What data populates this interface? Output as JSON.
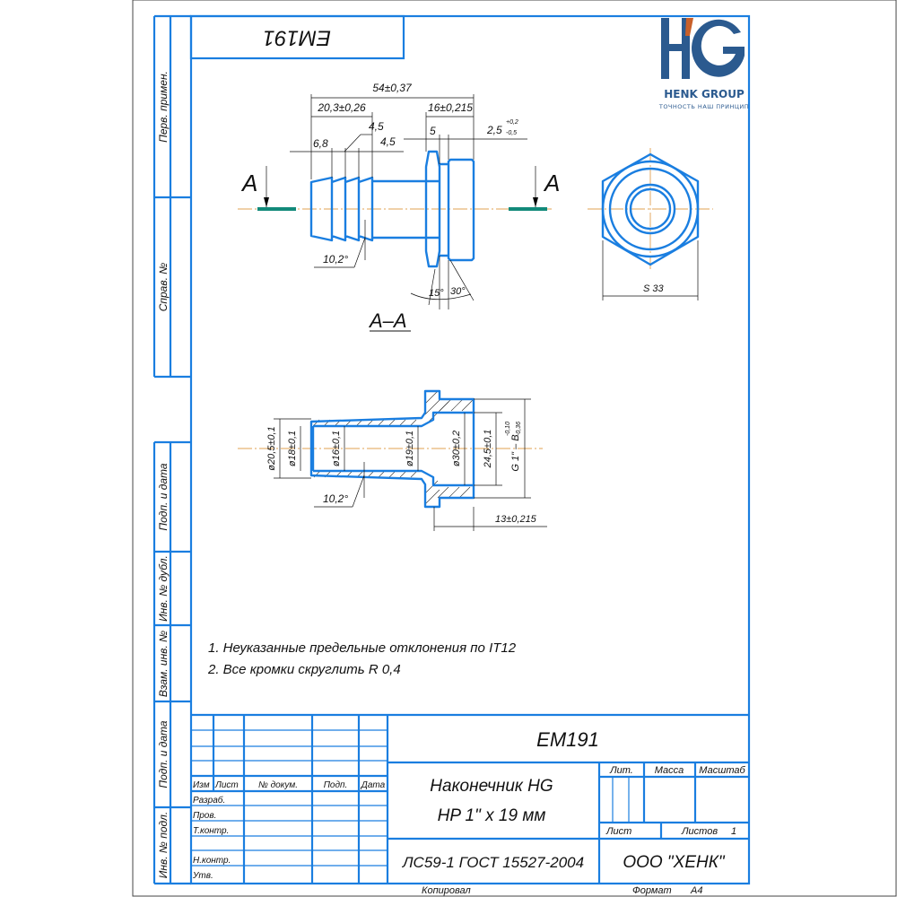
{
  "stamp_rotated": "EM191",
  "logo": {
    "mark": "HG",
    "name": "HENK GROUP",
    "tagline": "ТОЧНОСТЬ НАШ ПРИНЦИП",
    "blue": "#2b5a8f",
    "orange": "#c8602a"
  },
  "side_labels": [
    "Перв. примен.",
    "Справ. №",
    "Подп. и дата",
    "Инв. № дубл.",
    "Взам. инв. №",
    "Подп. и дата",
    "Инв. № подл."
  ],
  "cut_marks": {
    "left": "А",
    "right": "А"
  },
  "section_label": "А–А",
  "top_view_dims": {
    "overall": "54±0,37",
    "barb_length": "20,3±0,26",
    "nut_length": "16±0,215",
    "step_a": "4,5",
    "step_b": "4,5",
    "barb_first": "6,8",
    "hex_width": "5",
    "thread_runout": "2,5",
    "thread_runout_upper": "+0,2",
    "thread_runout_lower": "-0,5",
    "barb_angle": "10,2°",
    "chamfer_a": "15°",
    "chamfer_b": "30°"
  },
  "end_view_dims": {
    "hex_size": "S 33"
  },
  "section_dims": {
    "d1": "ø20,5±0,1",
    "d2": "ø18±0,1",
    "d3": "ø16±0,1",
    "d4": "ø19±0,1",
    "d5": "ø30±0,2",
    "d6": "24,5±0,1",
    "thread": "G 1\" – B",
    "thread_upper": "-0,10",
    "thread_lower": "-0,36",
    "barb_angle": "10,2°",
    "nut_depth": "13±0,215"
  },
  "notes": [
    "1. Неуказанные предельные отклонения по IT12",
    "2. Все кромки скруглить R 0,4"
  ],
  "title_block": {
    "designation": "EM191",
    "name_line1": "Наконечник HG",
    "name_line2": "HP 1\" х 19 мм",
    "material": "ЛС59-1 ГОСТ 15527-2004",
    "company": "ООО \"ХЕНК\"",
    "headers": [
      "Изм",
      "Лист",
      "№ докум.",
      "Подп.",
      "Дата"
    ],
    "roles": [
      "Разраб.",
      "Пров.",
      "Т.контр.",
      "",
      "Н.контр.",
      "Утв."
    ],
    "lit": "Лит.",
    "mass": "Масса",
    "scale": "Масштаб",
    "sheet": "Лист",
    "sheets": "Листов",
    "sheets_count": "1",
    "copied": "Копировал",
    "format_label": "Формат",
    "format": "А4"
  }
}
